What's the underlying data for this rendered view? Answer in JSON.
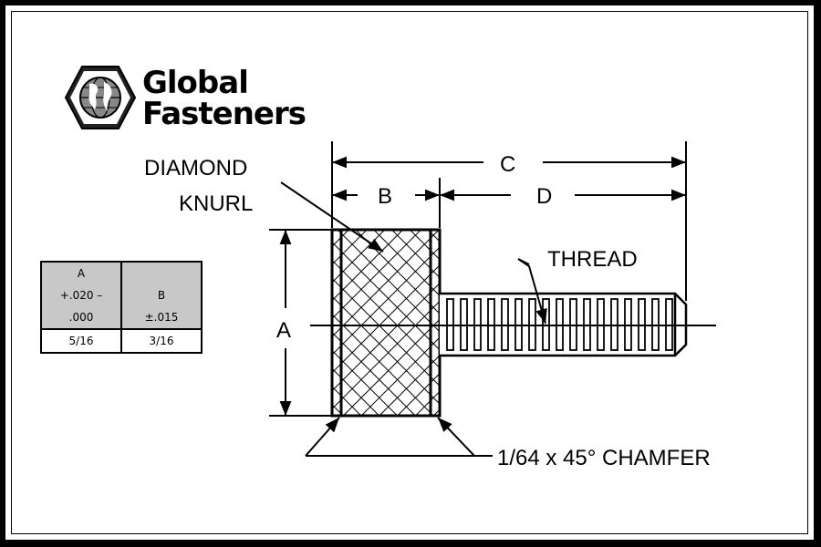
{
  "brand": {
    "line1": "Global",
    "line2": "Fasteners"
  },
  "table": {
    "col_a": {
      "header": [
        "A",
        "+.020 –",
        ".000"
      ],
      "value": "5/16"
    },
    "col_b": {
      "header": [
        "B",
        "±.015"
      ],
      "value": "3/16"
    }
  },
  "labels": {
    "diamond": "DIAMOND",
    "knurl": "KNURL",
    "thread": "THREAD",
    "chamfer": "1/64 x 45° CHAMFER",
    "dim_a": "A",
    "dim_b": "B",
    "dim_c": "C",
    "dim_d": "D"
  },
  "icons": {
    "logo": "hex-globe-icon"
  }
}
